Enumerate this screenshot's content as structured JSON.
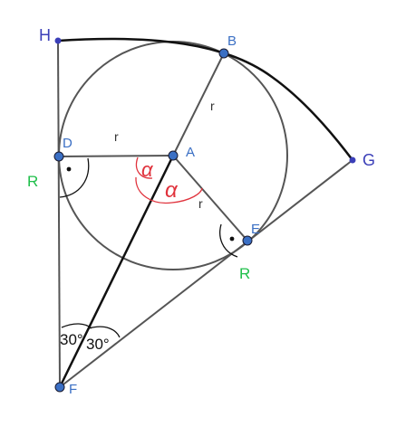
{
  "colors": {
    "line": "#4a4a4a",
    "dark_line": "#111111",
    "point_fill": "#3a6fc4",
    "point_stroke": "#1a1a2e",
    "point_label": "#3a6fc4",
    "big_label": "#3b3fb8",
    "r_label_color": "#1fbf4a",
    "alpha_color": "#e0323c"
  },
  "points": {
    "H": "H",
    "B": "B",
    "D": "D",
    "A": "A",
    "G": "G",
    "E": "E",
    "F": "F"
  },
  "labels": {
    "r_top": "r",
    "r_left": "r",
    "r_bottom": "r",
    "R_left": "R",
    "R_bottom": "R",
    "alpha1": "α",
    "alpha2": "α",
    "angle1": "30°",
    "angle2": "30°"
  }
}
